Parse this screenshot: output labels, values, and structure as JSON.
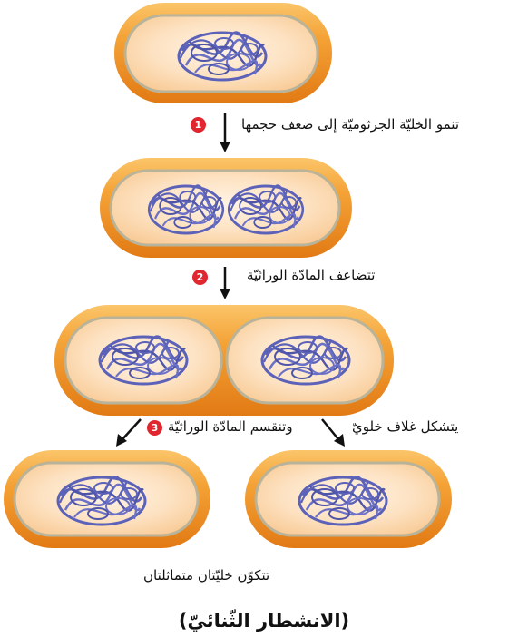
{
  "steps": [
    {
      "number": "1",
      "text": "تنمو الخليّة الجرثوميّة إلى ضعف حجمها"
    },
    {
      "number": "2",
      "text": "تتضاعف المادّة الوراثيّة"
    },
    {
      "number": "3",
      "text_before": "يتشكل غلاف خلويّ",
      "text_after": "وتنقسم المادّة الوراثيّة"
    }
  ],
  "result": "تتكوّن خليّتان متماثلتان",
  "title": "(الانشطار الثّنائيّ)",
  "colors": {
    "cell_orange": "#f39a2a",
    "cell_inner": "#fbd7a8",
    "membrane": "#b9b39a",
    "dna": "#5b62b8",
    "badge": "#e0262f"
  }
}
